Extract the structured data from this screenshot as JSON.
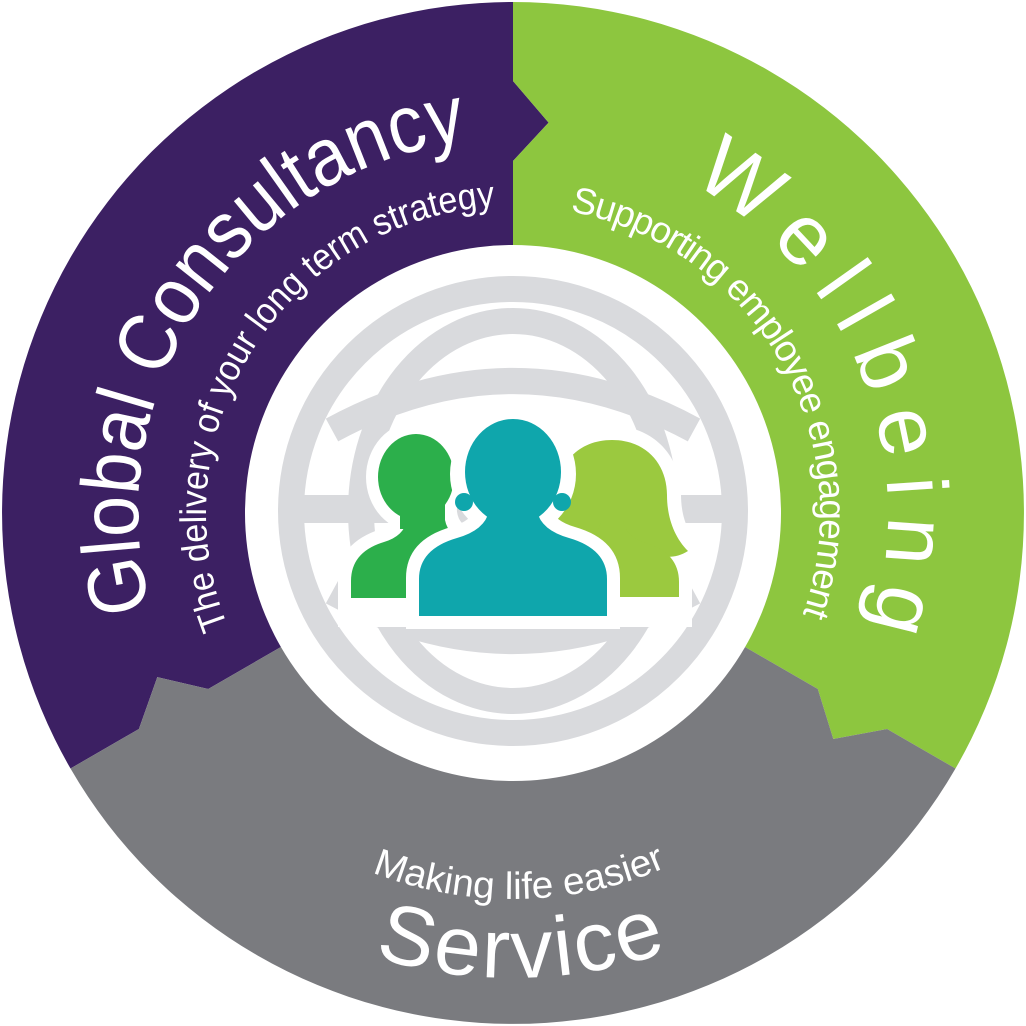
{
  "diagram": {
    "title": "Circular three-part service strategy wheel",
    "flow_direction": "clockwise",
    "background_color": "#ffffff",
    "text_color": "#ffffff",
    "segments": [
      {
        "id": "global-consultancy",
        "label": "Global Consultancy",
        "tagline": "The delivery of your long term strategy",
        "color": "#3c2063",
        "position": "top-left",
        "arrow": "points clockwise into Wellbeing"
      },
      {
        "id": "wellbeing",
        "label": "Wellbeing",
        "tagline": "Supporting employee engagement",
        "color": "#8dc63f",
        "position": "top-right",
        "arrow": "points clockwise into Service"
      },
      {
        "id": "service",
        "label": "Service",
        "tagline": "Making life easier",
        "color": "#7a7b7f",
        "position": "bottom",
        "arrow": "points clockwise into Global Consultancy"
      }
    ],
    "center_icon": {
      "name": "globe-people-icon",
      "globe_color": "#d9dadd",
      "people": [
        {
          "name": "person-left",
          "color": "#2caf4b"
        },
        {
          "name": "person-center",
          "color": "#0fa6ac"
        },
        {
          "name": "person-right",
          "color": "#9bc93f"
        }
      ]
    }
  }
}
